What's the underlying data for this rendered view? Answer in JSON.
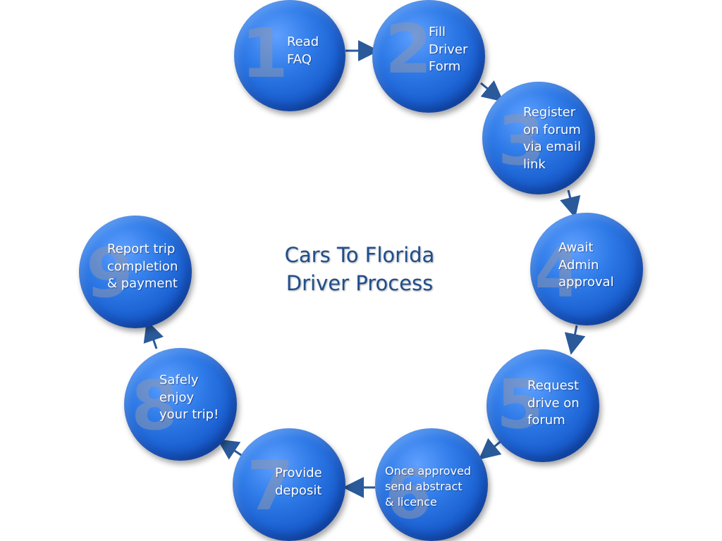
{
  "title": {
    "line1": "Cars To Florida",
    "line2": "Driver Process"
  },
  "steps": [
    {
      "number": "1",
      "lines": [
        "Read",
        "FAQ"
      ]
    },
    {
      "number": "2",
      "lines": [
        "Fill",
        "Driver",
        "Form"
      ]
    },
    {
      "number": "3",
      "lines": [
        "Register",
        "on forum",
        "via email",
        "link"
      ]
    },
    {
      "number": "4",
      "lines": [
        "Await",
        "Admin",
        "approval"
      ]
    },
    {
      "number": "5",
      "lines": [
        "Request",
        "drive on",
        "forum"
      ]
    },
    {
      "number": "6",
      "lines": [
        "Once approved",
        "send abstract",
        "& licence"
      ]
    },
    {
      "number": "7",
      "lines": [
        "Provide",
        "deposit"
      ]
    },
    {
      "number": "8",
      "lines": [
        "Safely",
        "enjoy",
        "your trip!"
      ]
    },
    {
      "number": "9",
      "lines": [
        "Report trip",
        "completion",
        "& payment"
      ]
    }
  ],
  "colors": {
    "circle": "#1a5fd0",
    "title": "#1f4e8c",
    "arrow": "#2a5a9a"
  }
}
